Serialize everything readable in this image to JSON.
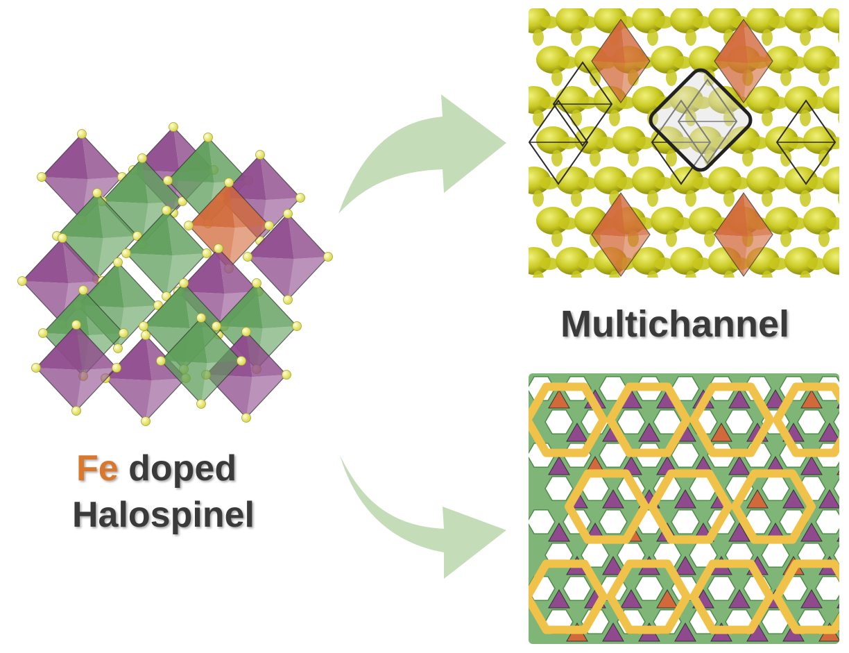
{
  "labels": {
    "dopant": "Fe",
    "doped_word": "doped",
    "material": "Halospinel",
    "result": "Multichannel"
  },
  "colors": {
    "background": "#ffffff",
    "text": "#3a3a3a",
    "dopant_text": "#d9782d",
    "octahedron_purple": "#8e4a8c",
    "octahedron_green": "#5e9e5a",
    "dopant_orange": "#d2693a",
    "halide_atom_yellow": "#f1ef7a",
    "isosurface_yellow": "#c8c81e",
    "channel_path_yellow": "#f0c24a",
    "arrow_green": "#c4dcb8"
  },
  "icons": {
    "crystal_structure": "halospinel-crystal-icon",
    "isosurface_map": "ion-density-isosurface-icon",
    "channel_lattice": "hexagonal-channel-lattice-icon",
    "arrows": "curved-arrow-icon"
  }
}
